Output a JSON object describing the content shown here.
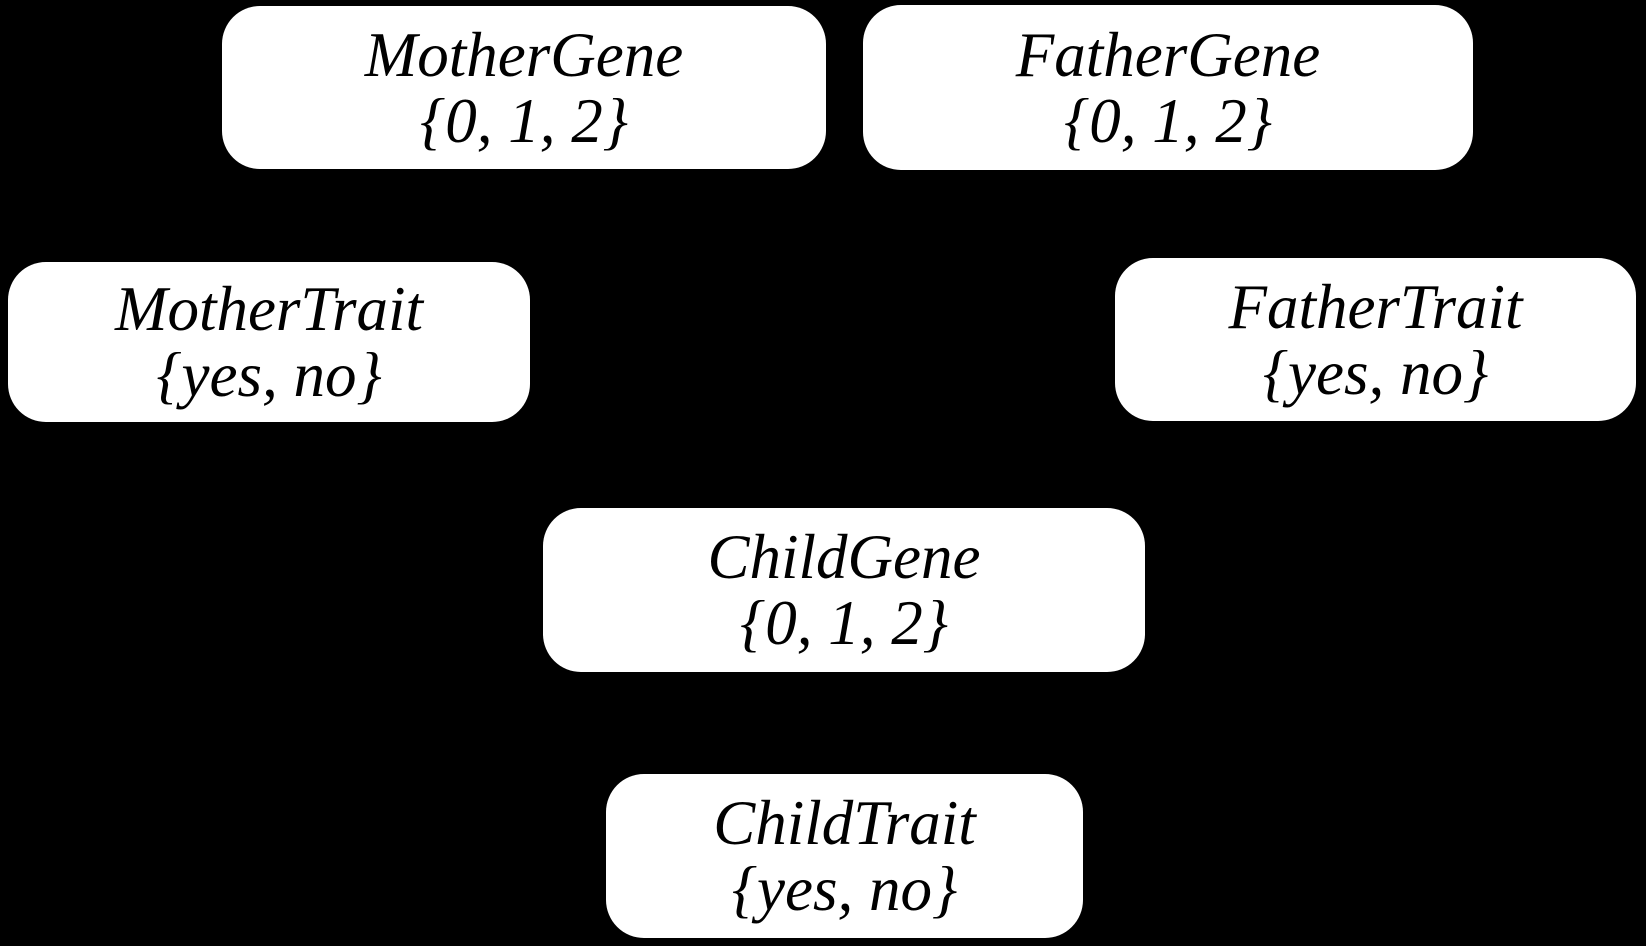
{
  "canvas": {
    "background_color": "#000000",
    "node_fill_color": "#ffffff",
    "node_text_color": "#000000"
  },
  "diagram": {
    "type": "bayesian-network",
    "nodes": [
      {
        "id": "mother-gene",
        "name": "MotherGene",
        "values": "{0, 1, 2}"
      },
      {
        "id": "father-gene",
        "name": "FatherGene",
        "values": "{0, 1, 2}"
      },
      {
        "id": "mother-trait",
        "name": "MotherTrait",
        "values": "{yes, no}"
      },
      {
        "id": "father-trait",
        "name": "FatherTrait",
        "values": "{yes, no}"
      },
      {
        "id": "child-gene",
        "name": "ChildGene",
        "values": "{0, 1, 2}"
      },
      {
        "id": "child-trait",
        "name": "ChildTrait",
        "values": "{yes, no}"
      }
    ]
  }
}
